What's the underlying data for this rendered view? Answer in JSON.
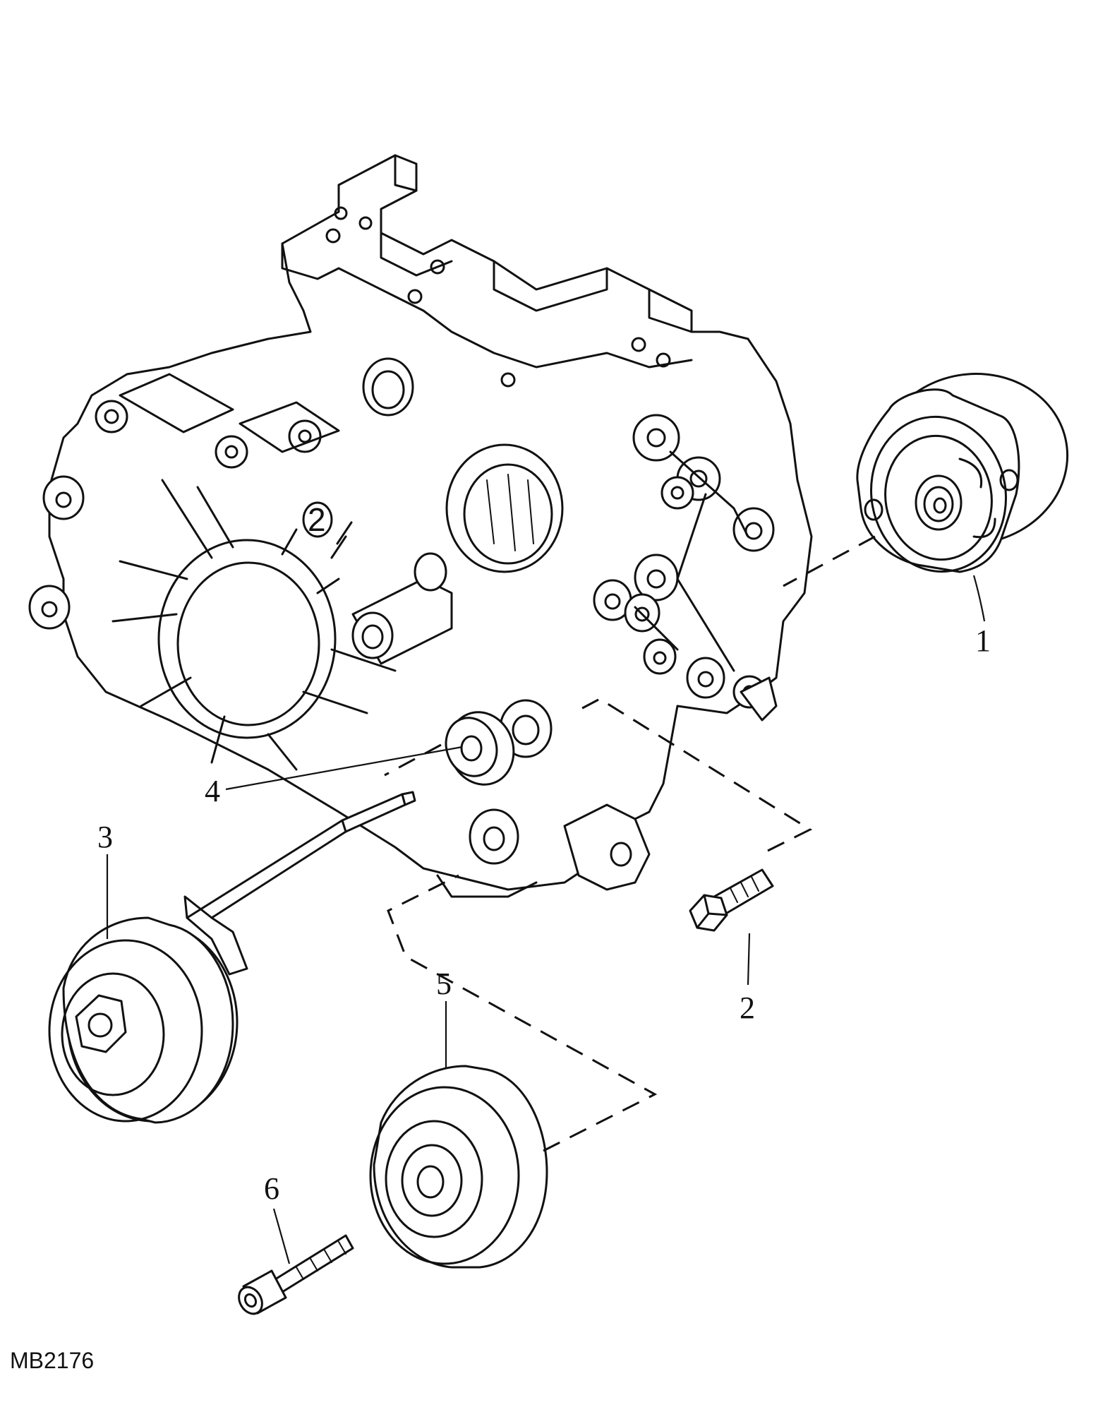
{
  "diagram": {
    "figure_code": "MB2176",
    "casting_mark": "2",
    "callouts": [
      {
        "id": "1",
        "label": "1"
      },
      {
        "id": "2",
        "label": "2"
      },
      {
        "id": "3",
        "label": "3"
      },
      {
        "id": "4",
        "label": "4"
      },
      {
        "id": "5",
        "label": "5"
      },
      {
        "id": "6",
        "label": "6"
      }
    ]
  }
}
